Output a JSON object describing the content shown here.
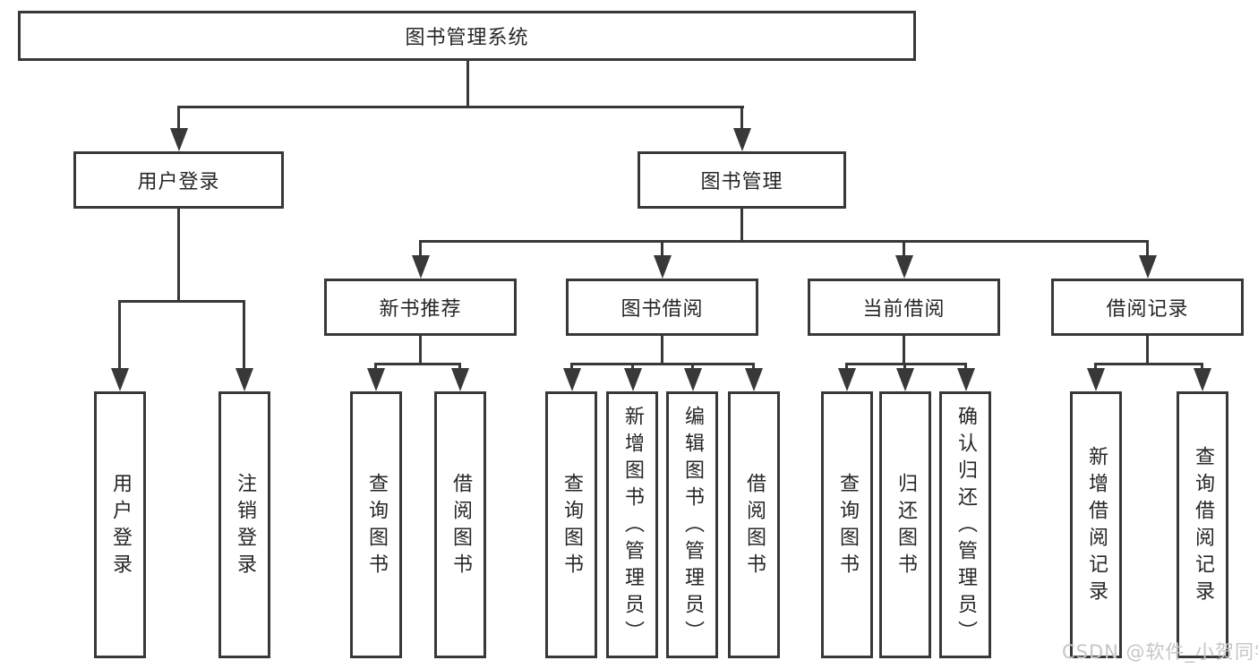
{
  "tree": {
    "label": "图书管理系统",
    "children": [
      {
        "label": "用户登录",
        "children": [
          {
            "label": "用户登录"
          },
          {
            "label": "注销登录"
          }
        ]
      },
      {
        "label": "图书管理",
        "children": [
          {
            "label": "新书推荐",
            "children": [
              {
                "label": "查询图书"
              },
              {
                "label": "借阅图书"
              }
            ]
          },
          {
            "label": "图书借阅",
            "children": [
              {
                "label": "查询图书"
              },
              {
                "label": "新增图书（管理员）"
              },
              {
                "label": "编辑图书（管理员）"
              },
              {
                "label": "借阅图书"
              }
            ]
          },
          {
            "label": "当前借阅",
            "children": [
              {
                "label": "查询图书"
              },
              {
                "label": "归还图书"
              },
              {
                "label": "确认归还（管理员）"
              }
            ]
          },
          {
            "label": "借阅记录",
            "children": [
              {
                "label": "新增借阅记录"
              },
              {
                "label": "查询借阅记录"
              }
            ]
          }
        ]
      }
    ]
  },
  "watermark": {
    "text": "CSDN @软件_小贺同学"
  },
  "colors": {
    "line": "#383838",
    "box_border": "#383838",
    "text": "#262626",
    "watermark": "#c6c6c6",
    "background": "#ffffff"
  }
}
